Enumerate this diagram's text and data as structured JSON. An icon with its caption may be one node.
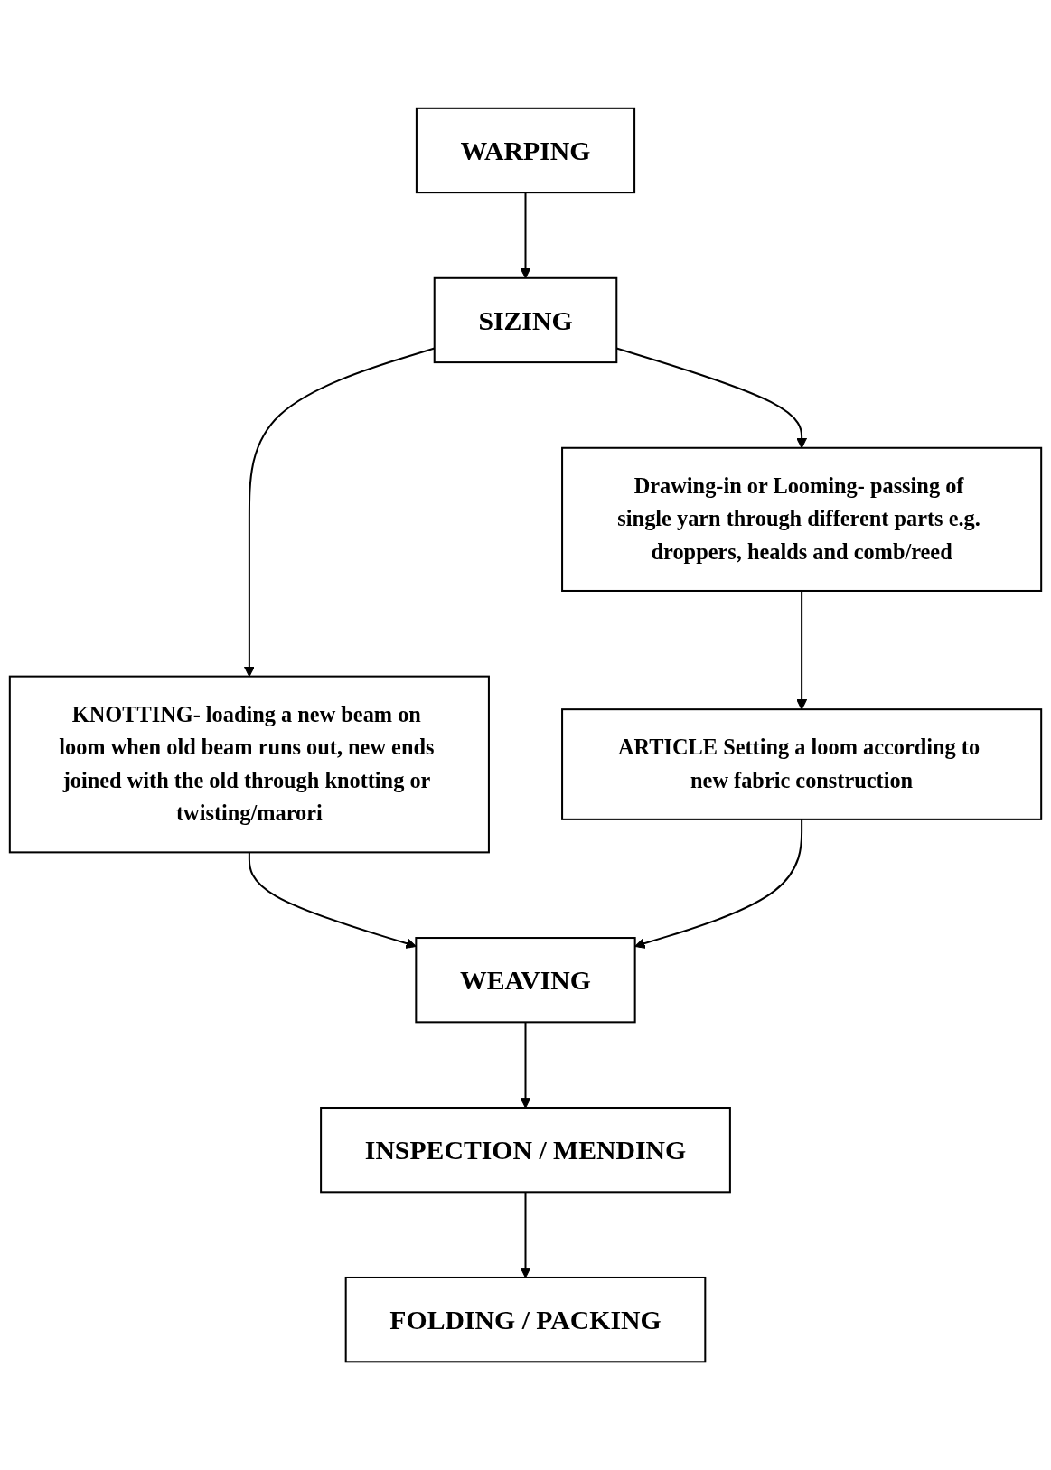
{
  "diagram": {
    "nodes": [
      {
        "text": [
          "WARPING"
        ]
      },
      {
        "text": [
          "SIZING"
        ]
      },
      {
        "text": [
          "Drawing-in or Looming- passing of single yarn through different parts e.g. droppers, healds and comb/reed"
        ]
      },
      {
        "text": [
          "KNOTTING- loading a new beam on loom when old beam runs out, new ends joined with the old through knotting or twisting/marori"
        ]
      },
      {
        "text": [
          "ARTICLE Setting a loom according to new fabric construction"
        ]
      },
      {
        "text": [
          "WEAVING"
        ]
      },
      {
        "text": [
          "INSPECTION / MENDING"
        ]
      },
      {
        "text": [
          "FOLDING / PACKING"
        ]
      }
    ],
    "edges": [
      {
        "from": 0,
        "to": 1,
        "arrow": "to"
      },
      {
        "from": 1,
        "to": 3,
        "arrow": "to"
      },
      {
        "from": 1,
        "to": 2,
        "arrow": "to"
      },
      {
        "from": 2,
        "to": 4,
        "arrow": "to"
      },
      {
        "from": 3,
        "to": 5,
        "arrow": "to"
      },
      {
        "from": 4,
        "to": 5,
        "arrow": "to"
      },
      {
        "from": 5,
        "to": 6,
        "arrow": "to"
      },
      {
        "from": 6,
        "to": 7,
        "arrow": "to"
      }
    ]
  }
}
